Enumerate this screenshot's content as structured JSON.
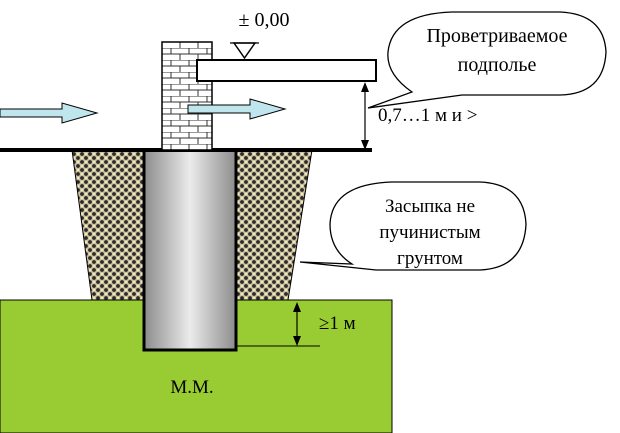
{
  "level_mark": "± 0,00",
  "callouts": {
    "ventilated_underfloor": [
      "Проветриваемое",
      "подполье"
    ],
    "backfill": [
      "Засыпка не",
      "пучинистым",
      "грунтом"
    ]
  },
  "dimensions": {
    "underfloor_height": "0,7…1 м и >",
    "embedment_depth": "≥1 м"
  },
  "layers": {
    "bearing_soil": "М.М."
  },
  "colors": {
    "bearing_soil": "#99cc33",
    "backfill_base": "#cfc39a",
    "brick": "#ffffff",
    "arrow": "#bfe6ec",
    "pile_mid": "#ebebeb",
    "pile_edge": "#8c8c8c"
  }
}
